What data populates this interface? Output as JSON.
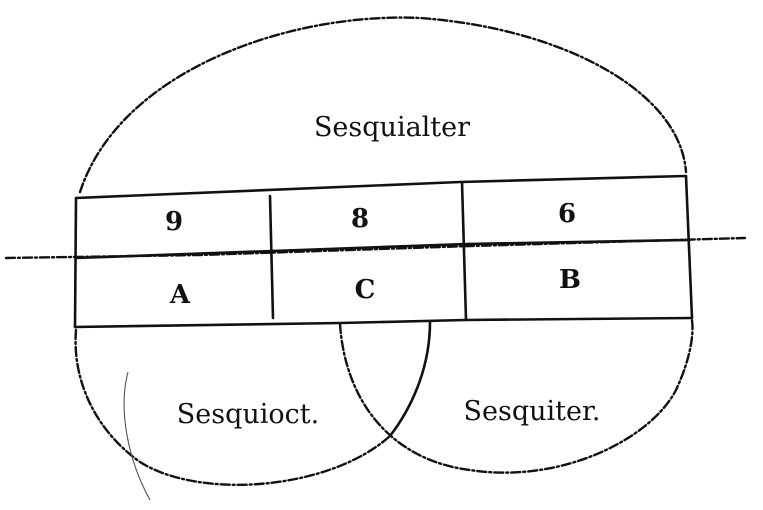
{
  "arcs": {
    "top": "Sesquialter",
    "bottom_left": "Sesquioct.",
    "bottom_right": "Sesquiter."
  },
  "table": {
    "numbers": [
      "9",
      "8",
      "6"
    ],
    "letters": [
      "A",
      "C",
      "B"
    ]
  }
}
